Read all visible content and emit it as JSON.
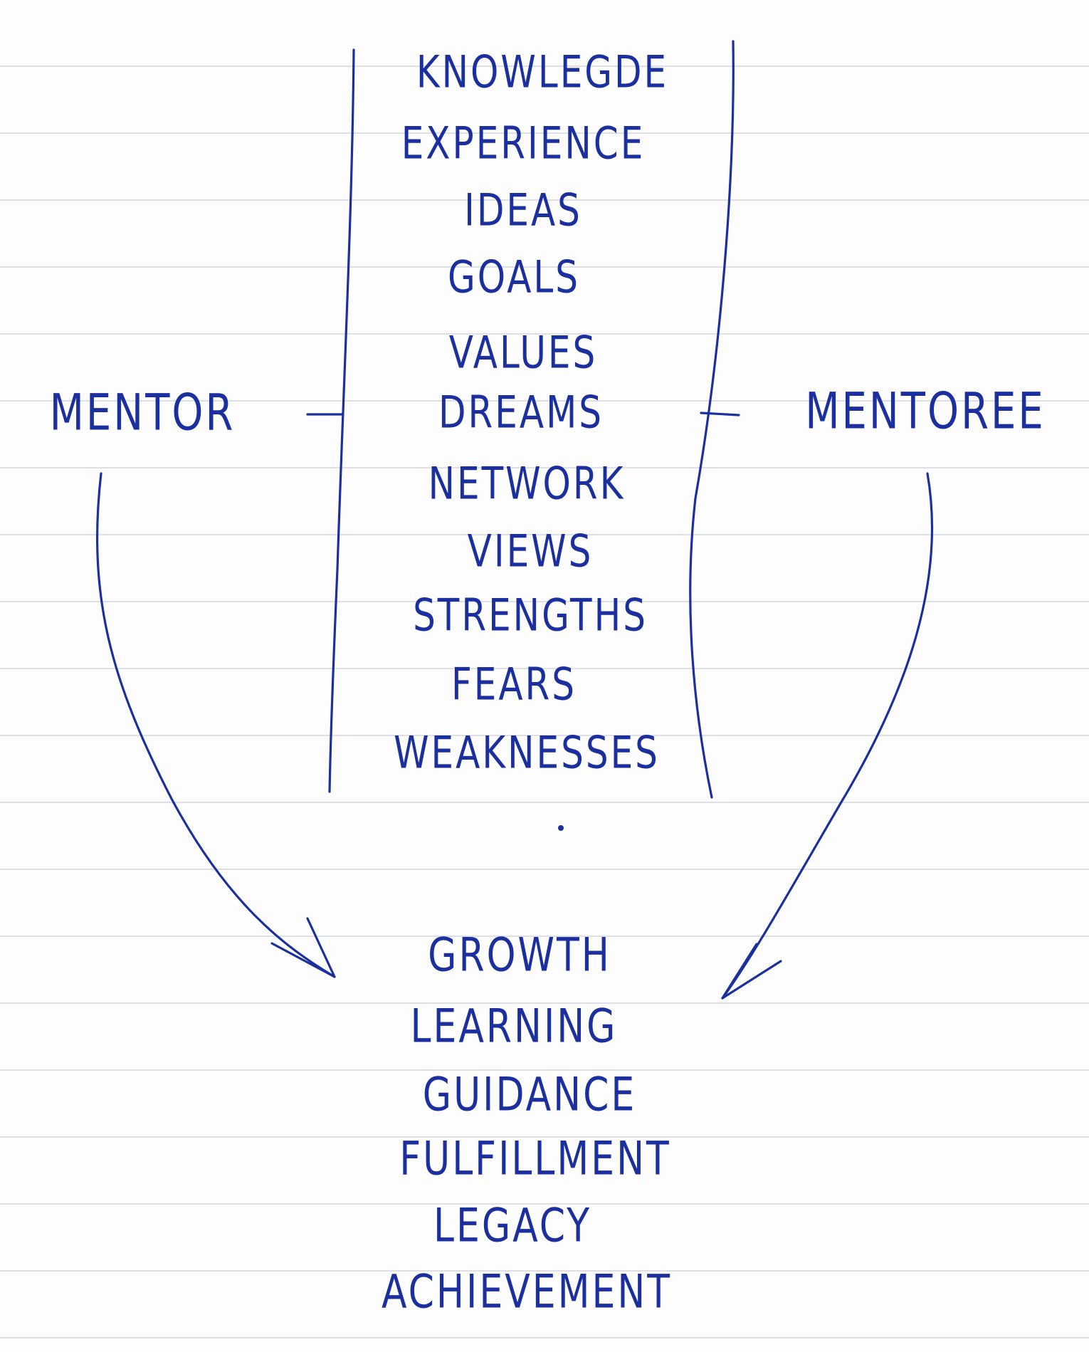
{
  "diagram": {
    "left_label": "MENTOR",
    "right_label": "MENTOREE",
    "exchange_items": [
      "KNOWLEGDE",
      "EXPERIENCE",
      "IDEAS",
      "GOALS",
      "VALUES",
      "DREAMS",
      "NETWORK",
      "VIEWS",
      "STRENGTHS",
      "FEARS",
      "WEAKNESSES"
    ],
    "outcomes": [
      "GROWTH",
      "LEARNING",
      "GUIDANCE",
      "FULFILLMENT",
      "LEGACY",
      "ACHIEVEMENT"
    ]
  },
  "colors": {
    "ink": "#1c2f9e",
    "rule": "#8c96af"
  }
}
